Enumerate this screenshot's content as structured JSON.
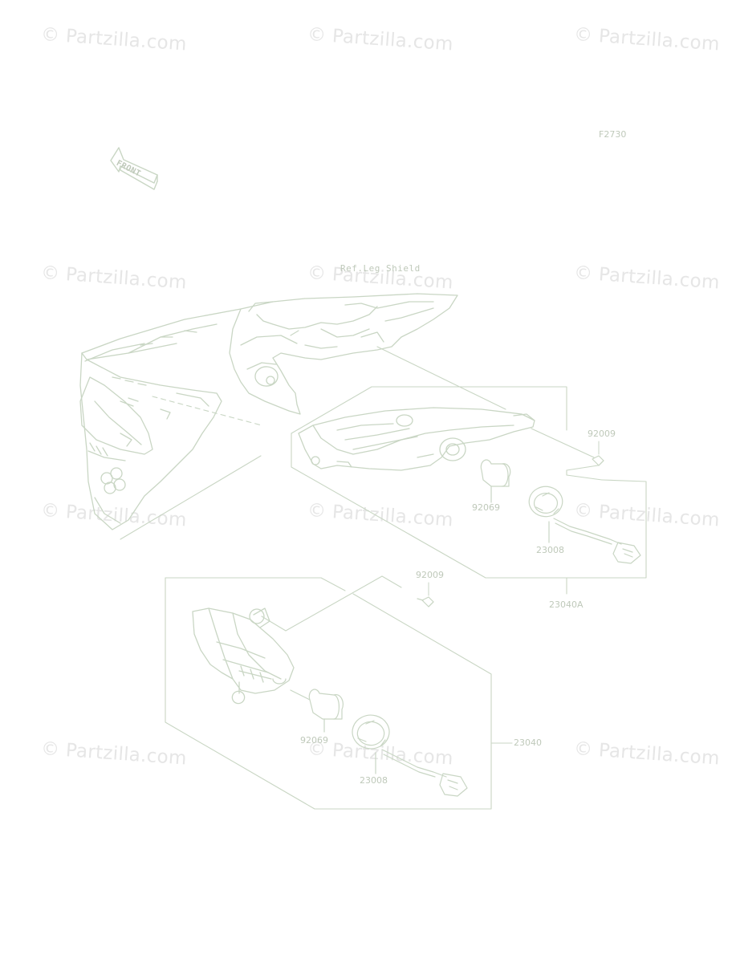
{
  "watermark_text": "© Partzilla.com",
  "diagram": {
    "figure_code": "F2730",
    "front_label": "FRONT",
    "ref_label": "Ref.Leg Shield",
    "parts": {
      "bolt_upper": "92009",
      "bulb_upper": "92069",
      "socket_upper": "23008",
      "assembly_upper": "23040A",
      "bolt_lower": "92009",
      "bulb_lower": "92069",
      "socket_lower": "23008",
      "assembly_lower": "23040"
    }
  },
  "colors": {
    "line": "#c9d6c4",
    "watermark": "#e6e6e6",
    "label": "#bfc9ba"
  }
}
